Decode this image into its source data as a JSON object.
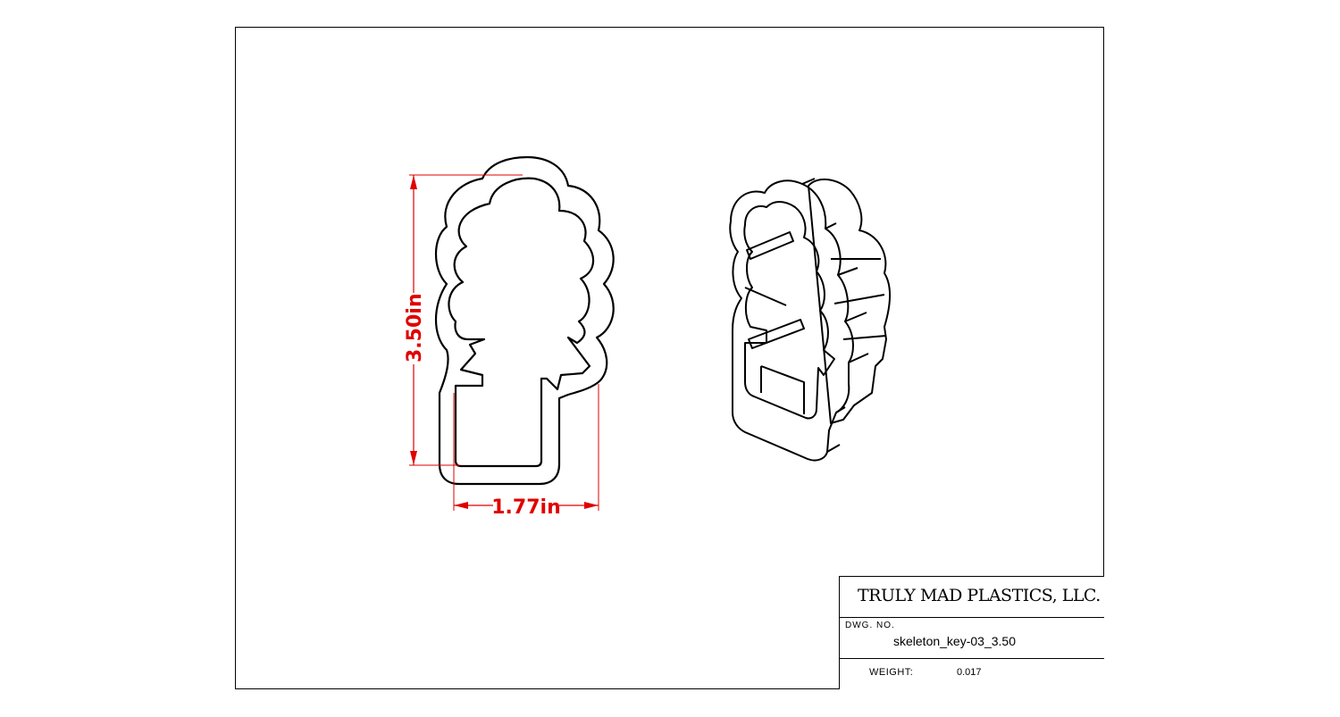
{
  "title_block": {
    "company": "TRULY MAD PLASTICS, LLC.",
    "dwg_no_label": "DWG. NO.",
    "dwg_no_value": "skeleton_key-03_3.50",
    "weight_label": "WEIGHT:",
    "weight_value": "0.017"
  },
  "dimensions": {
    "height": "3.50in",
    "width": "1.77in"
  },
  "colors": {
    "dimension": "#e00000",
    "line": "#000000"
  }
}
